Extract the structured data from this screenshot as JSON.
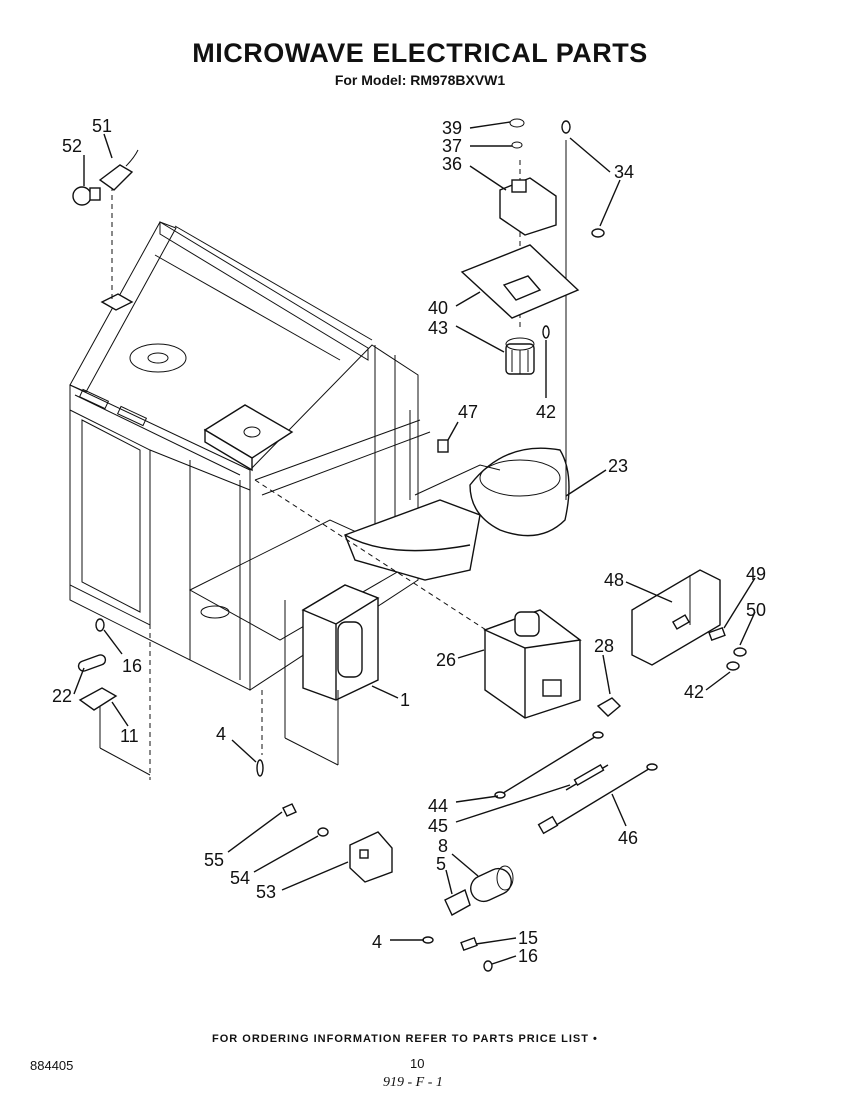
{
  "header": {
    "title": "MICROWAVE ELECTRICAL PARTS",
    "subtitle": "For Model: RM978BXVW1"
  },
  "footer": {
    "note": "FOR ORDERING INFORMATION REFER TO PARTS PRICE LIST •",
    "doc_code": "884405",
    "page_number": "10",
    "handwritten": "919 - F - 1"
  },
  "callouts": [
    "51",
    "52",
    "39",
    "37",
    "36",
    "34",
    "40",
    "43",
    "42",
    "47",
    "23",
    "48",
    "49",
    "50",
    "42",
    "26",
    "28",
    "1",
    "16",
    "22",
    "11",
    "4",
    "44",
    "45",
    "46",
    "8",
    "5",
    "55",
    "54",
    "53",
    "4",
    "15",
    "16"
  ]
}
